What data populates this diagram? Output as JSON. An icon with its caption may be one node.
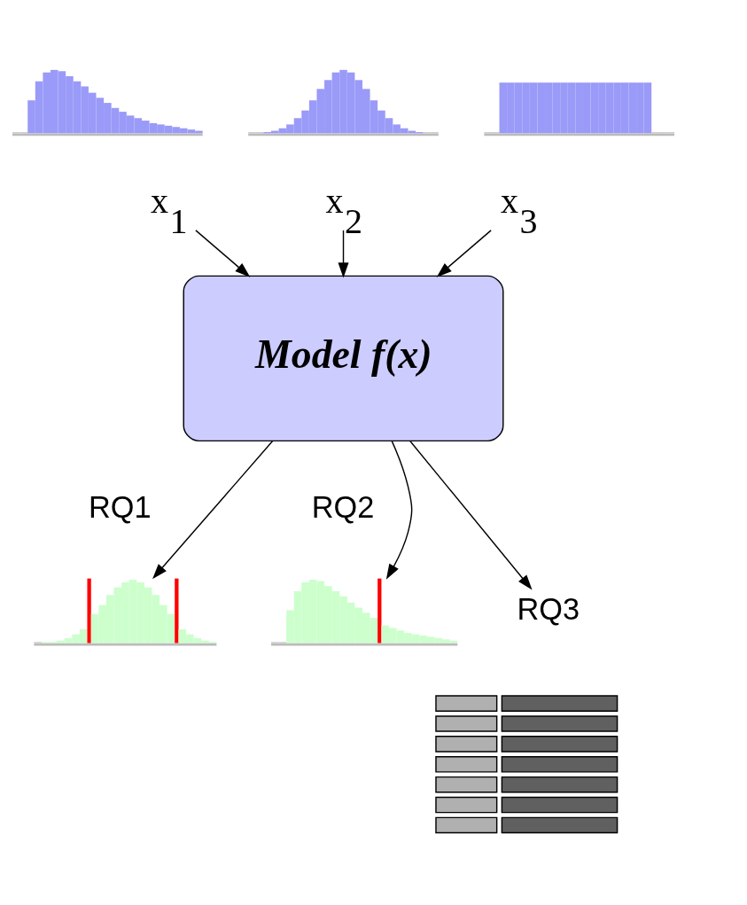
{
  "diagram": {
    "nodes": [
      {
        "text": [],
        "shape": "picture"
      },
      {
        "text": [],
        "shape": "picture"
      },
      {
        "text": [],
        "shape": "picture"
      },
      {
        "text": [
          "x$_{1}$"
        ]
      },
      {
        "text": [
          "x$_{2}$"
        ]
      },
      {
        "text": [
          "x$_{3}$"
        ]
      },
      {
        "text": [
          "Model f(x)"
        ]
      },
      {
        "text": [
          "RQ1"
        ]
      },
      {
        "text": [
          "RQ2"
        ]
      },
      {
        "text": [],
        "shape": "picture"
      },
      {
        "text": [
          "RQ3"
        ]
      },
      {
        "text": [],
        "shape": "picture"
      },
      {
        "text": [],
        "shape": "picture"
      }
    ],
    "edges": [
      {
        "from": 3,
        "to": 6,
        "arrow": "to"
      },
      {
        "from": 4,
        "to": 6,
        "arrow": "to"
      },
      {
        "from": 5,
        "to": 6,
        "arrow": "to"
      },
      {
        "from": 6,
        "to": 9,
        "arrow": "to"
      },
      {
        "from": 6,
        "to": 10,
        "arrow": "to"
      },
      {
        "from": 6,
        "to": 11,
        "arrow": "to"
      }
    ]
  }
}
